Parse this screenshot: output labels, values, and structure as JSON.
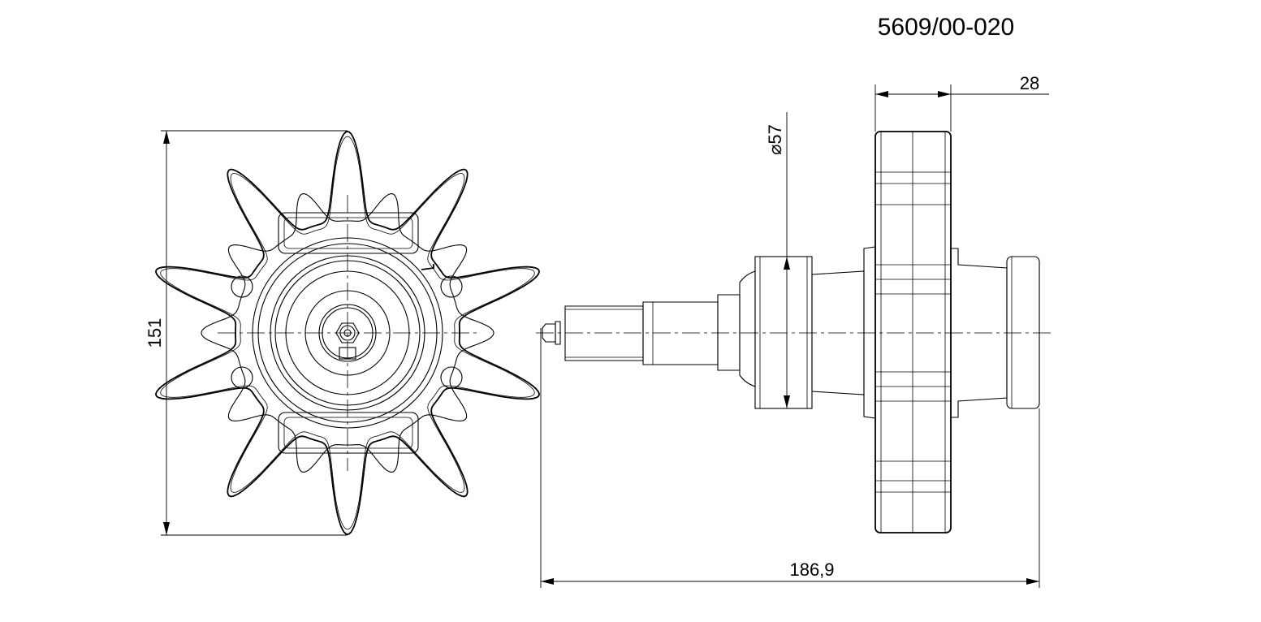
{
  "part_number": "5609/00-020",
  "dimensions": {
    "height": "151",
    "diameter": "57",
    "width": "28",
    "length": "186,9"
  }
}
